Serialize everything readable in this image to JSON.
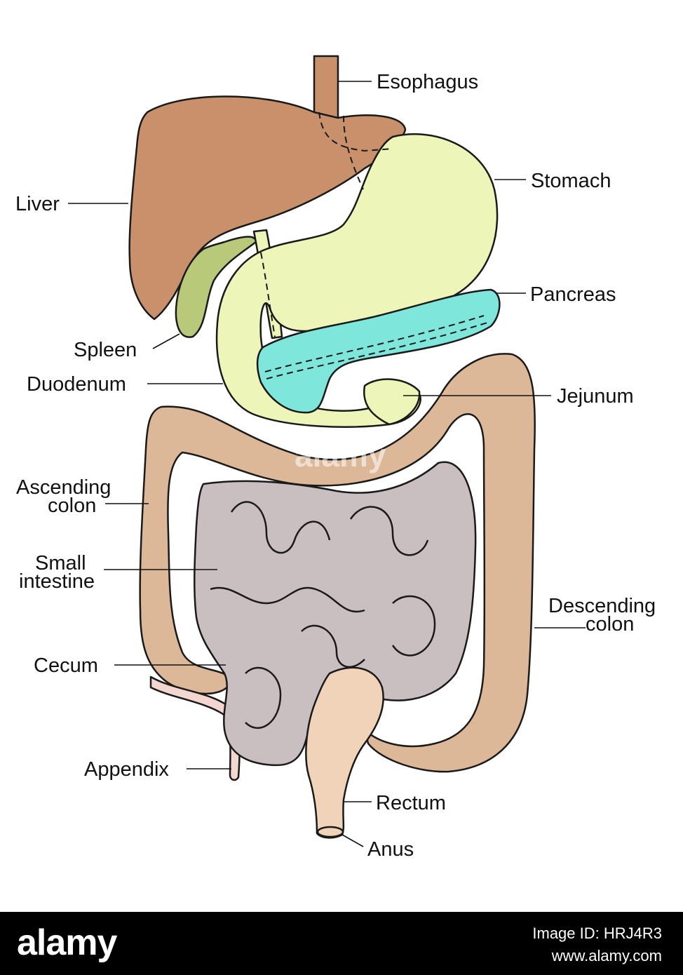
{
  "labels": {
    "esophagus": "Esophagus",
    "stomach": "Stomach",
    "liver": "Liver",
    "pancreas": "Pancreas",
    "spleen": "Spleen",
    "duodenum": "Duodenum",
    "jejunum": "Jejunum",
    "ascending_colon": [
      "Ascending",
      "colon"
    ],
    "small_intestine": [
      "Small",
      "intestine"
    ],
    "descending_colon": [
      "Descending",
      "colon"
    ],
    "cecum": "Cecum",
    "appendix": "Appendix",
    "rectum": "Rectum",
    "anus": "Anus"
  },
  "watermark": "alamy",
  "footer": {
    "logo": "alamy",
    "image_id": "Image ID: HRJ4R3",
    "url": "www.alamy.com"
  },
  "colors": {
    "liver": "#c8916b",
    "stomach": "#eef5b8",
    "pancreas": "#7fe6db",
    "gallbladder": "#b9c97a",
    "colon": "#dcb898",
    "small_intestine": "#c9bfc0",
    "rectum": "#f0d3b8",
    "appendix": "#f2d6cf"
  }
}
